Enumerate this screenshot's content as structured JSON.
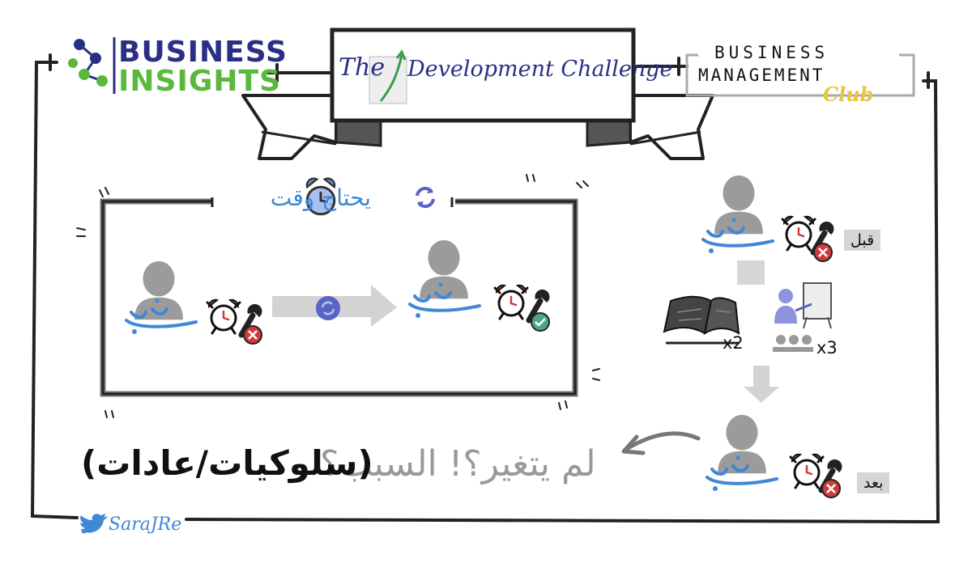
{
  "header": {
    "logo_left_line1": "BUSINESS",
    "logo_left_line2": "INSIGHTS",
    "banner_title_the": "The",
    "banner_title_main": "Development Challenge",
    "logo_right_line1": "BUSINESS",
    "logo_right_line2": "MANAGEMENT",
    "logo_right_script": "Club"
  },
  "left_panel": {
    "caption": "يحتاج وقت"
  },
  "right_panel": {
    "before_label": "قبل",
    "after_label": "بعد",
    "books_multiplier": "x2",
    "trainings_multiplier": "x3"
  },
  "question": {
    "question_text": "لم يتغير؟! السبب؟",
    "answer_text": "(سلوكيات/عادات)"
  },
  "footer": {
    "handle": "SaraJRe"
  },
  "colors": {
    "navy": "#2a2f85",
    "green": "#5bb83e",
    "blue": "#3e88d6",
    "purple": "#5b63c4",
    "red": "#d13a3a",
    "teal": "#4aa889",
    "gray_person": "#9b9b9b",
    "club_yellow": "#e8c640"
  },
  "icons": [
    "molecule-logo-icon",
    "growth-chart-icon",
    "person-icon",
    "alarm-clock-icon",
    "wrench-icon",
    "cross-badge-icon",
    "check-badge-icon",
    "refresh-icon",
    "book-icon",
    "presenter-icon",
    "twitter-bird-icon"
  ]
}
